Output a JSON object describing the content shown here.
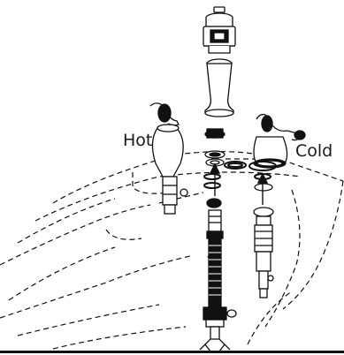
{
  "labels": {
    "hot": "Hot",
    "cold": "Cold"
  },
  "parts": [
    "top-cap",
    "spout-body",
    "hot-handle",
    "cold-handle",
    "hot-valve-cartridge",
    "cold-valve-cartridge",
    "center-stem",
    "bottom-connector",
    "washers",
    "o-rings",
    "sink-basin-outline"
  ],
  "colors": {
    "line": "#111111",
    "fill": "#ffffff",
    "dark": "#1a1a1a"
  }
}
